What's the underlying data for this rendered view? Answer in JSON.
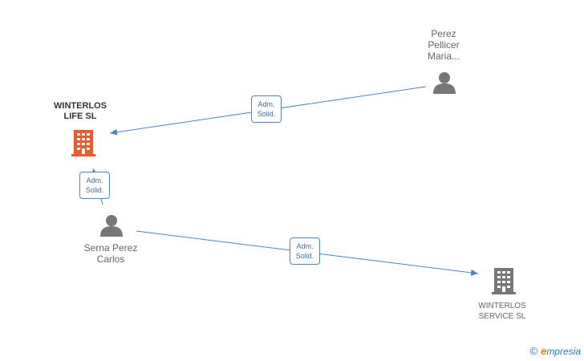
{
  "nodes": {
    "winterlos_life": {
      "name_line1": "WINTERLOS",
      "name_line2": "LIFE SL",
      "color": "#f05a28"
    },
    "perez": {
      "name_line1": "Perez",
      "name_line2": "Pellicer",
      "name_line3": "Maria..."
    },
    "serna": {
      "name_line1": "Serna Perez",
      "name_line2": "Carlos"
    },
    "winterlos_service": {
      "name_line1": "WINTERLOS",
      "name_line2": "SERVICE  SL",
      "color": "#777777"
    }
  },
  "edges": [
    {
      "from": "perez",
      "to": "winterlos_life",
      "label_line1": "Adm.",
      "label_line2": "Solid."
    },
    {
      "from": "serna",
      "to": "winterlos_life",
      "label_line1": "Adm.",
      "label_line2": "Solid."
    },
    {
      "from": "serna",
      "to": "winterlos_service",
      "label_line1": "Adm.",
      "label_line2": "Solid."
    }
  ],
  "colors": {
    "edge": "#4a86c8",
    "person": "#777777"
  },
  "brand": {
    "copyright": "©",
    "e": "e",
    "rest": "mpresia"
  }
}
